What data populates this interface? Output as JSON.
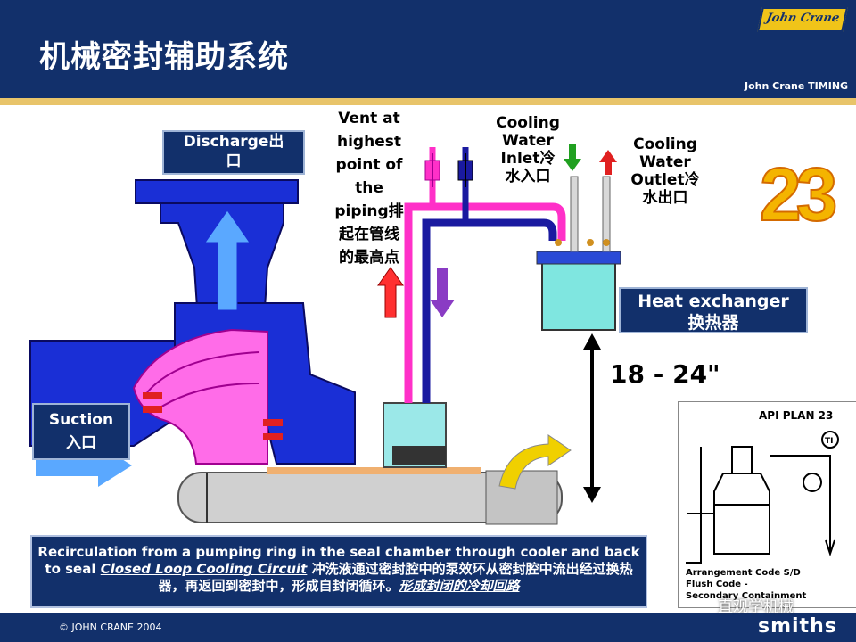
{
  "header": {
    "title": "机械密封辅助系统",
    "logo_text": "John Crane",
    "logo_subtitle": "John Crane TIMING"
  },
  "labels": {
    "discharge": [
      "Discharge出",
      "口"
    ],
    "suction": [
      "Suction",
      "入口"
    ],
    "vent": [
      "Vent at",
      "highest",
      "point of",
      "the",
      "piping排",
      "起在管线",
      "的最高点"
    ],
    "cooling_inlet": [
      "Cooling",
      "Water",
      "Inlet冷",
      "水入口"
    ],
    "cooling_outlet": [
      "Cooling",
      "Water",
      "Outlet冷",
      "水出口"
    ],
    "heat_exchanger": [
      "Heat exchanger",
      "换热器"
    ],
    "distance": "18 - 24\"",
    "plan_number": "23"
  },
  "description": {
    "part1": "Recirculation from a pumping ring in the seal chamber through cooler and back to seal ",
    "part2": "Closed Loop Cooling Circuit",
    "part3": " 冲洗液通过密封腔中的泵效环从密封腔中流出经过换热器，再返回到密封中，形成自封闭循环。",
    "part4": "形成封闭的冷却回路"
  },
  "api_panel": {
    "title": "API PLAN 23",
    "instrument": "TI",
    "lines": [
      "Arrangement Code S/D",
      "Flush Code -",
      "Secondary Containment"
    ]
  },
  "footer": {
    "copyright": "© JOHN CRANE 2004",
    "watermark": "直观学机械",
    "brand": "smiths"
  },
  "colors": {
    "header_bg": "#12306b",
    "pump_blue": "#1a2fd6",
    "hot_loop": "#ff30c8",
    "cold_loop": "#1a1aa0",
    "cooler": "#7fe6e0",
    "plan_number": "#f4b400"
  }
}
